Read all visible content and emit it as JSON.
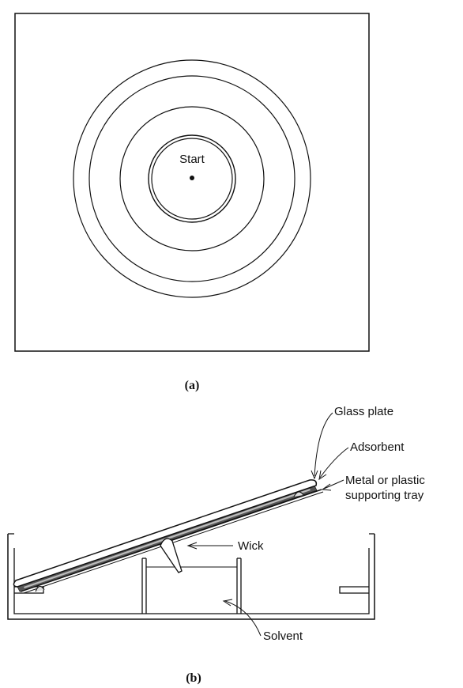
{
  "panel_a": {
    "caption": "(a)",
    "start_label": "Start"
  },
  "panel_b": {
    "caption": "(b)",
    "labels": {
      "glass_plate": "Glass plate",
      "adsorbent": "Adsorbent",
      "tray_line1": "Metal or plastic",
      "tray_line2": "supporting tray",
      "wick": "Wick",
      "solvent": "Solvent"
    }
  }
}
